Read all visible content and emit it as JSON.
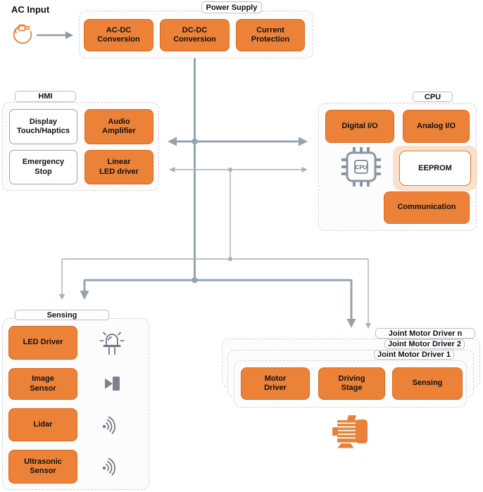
{
  "colors": {
    "block_orange": "#EC8238",
    "block_orange_border": "#D9691F",
    "wire_thick": "#95A3B1",
    "wire_thin": "#A6B1BC",
    "eeprom_halo": "#FAE0CB",
    "icon_gray": "#6E7780"
  },
  "ac_input": {
    "label": "AC Input"
  },
  "power_supply": {
    "tab": "Power Supply",
    "blocks": [
      "AC-DC\nConversion",
      "DC-DC\nConversion",
      "Current\nProtection"
    ]
  },
  "hmi": {
    "tab": "HMI",
    "display": "Display\nTouch/Haptics",
    "audio": "Audio\nAmplifier",
    "estop": "Emergency\nStop",
    "led": "Linear\nLED driver"
  },
  "cpu": {
    "tab": "CPU",
    "digital": "Digital I/O",
    "analog": "Analog I/O",
    "chip": "CPU",
    "eeprom": "EEPROM",
    "comm": "Communication"
  },
  "sensing": {
    "tab": "Sensing",
    "blocks": [
      "LED Driver",
      "Image\nSensor",
      "Lidar",
      "Ultrasonic\nSensor"
    ]
  },
  "joint": {
    "tabs": [
      "Joint Motor Driver n",
      "Joint Motor Driver 2",
      "Joint Motor Driver 1"
    ],
    "blocks": [
      "Motor\nDriver",
      "Driving\nStage",
      "Sensing"
    ]
  }
}
